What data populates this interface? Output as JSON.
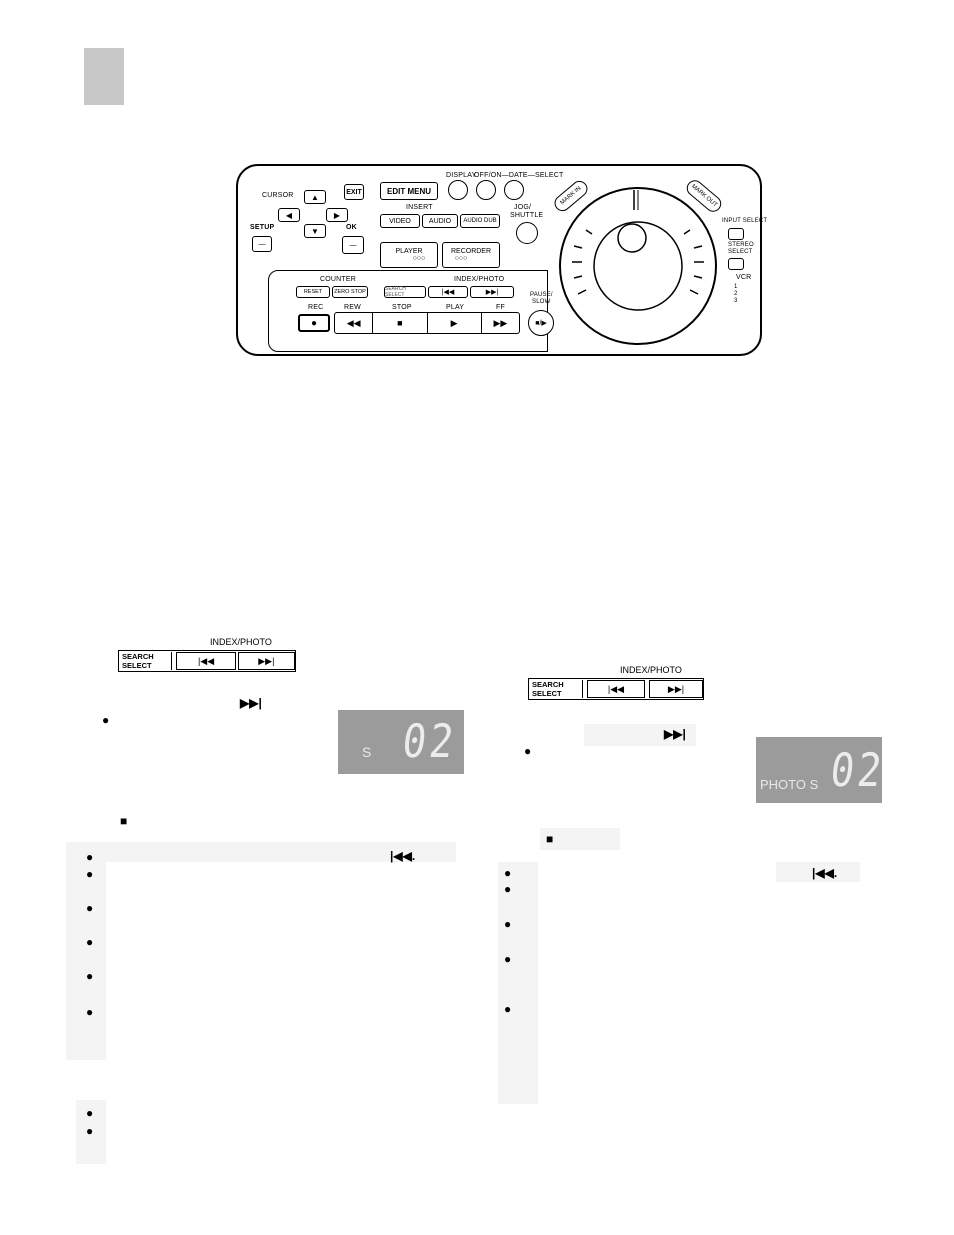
{
  "remote": {
    "cursor_label": "CURSOR",
    "exit_label": "EXIT",
    "edit_menu_label": "EDIT MENU",
    "display_label": "DISPLAY",
    "off_date_select_label": "OFF/ON—DATE—SELECT",
    "insert_label": "INSERT",
    "video_label": "VIDEO",
    "audio_label": "AUDIO",
    "audio_dub_label": "AUDIO DUB",
    "jog_label": "JOG/",
    "shuttle_label": "SHUTTLE",
    "mark_in_label": "MARK IN",
    "mark_out_label": "MARK OUT",
    "setup_label": "SETUP",
    "ok_label": "OK",
    "player_label": "PLAYER",
    "recorder_label": "RECORDER",
    "player_dots": "○○○",
    "recorder_dots": "○○○",
    "input_select_label": "INPUT SELECT",
    "stereo_label": "STEREO",
    "select_label": "SELECT",
    "vcr_label": "VCR",
    "vcr_positions": [
      "1",
      "2",
      "3"
    ],
    "counter_label": "COUNTER",
    "reset_label": "RESET",
    "zero_stop_label": "ZERO STOP",
    "index_photo_label": "INDEX/PHOTO",
    "search_select_small": "SEARCH SELECT",
    "pause_slow_label": "PAUSE/",
    "slow_label": "SLOW",
    "rec_label": "REC",
    "rew_label": "REW",
    "stop_label": "STOP",
    "play_label": "PLAY",
    "ff_label": "FF"
  },
  "left_section": {
    "index_photo_label": "INDEX/PHOTO",
    "search_select_label": "SEARCH SELECT",
    "prev_symbol": "|◀◀",
    "next_symbol": "▶▶|",
    "step_symbol": "▶▶|",
    "display_small": "S",
    "display_digits": "02",
    "stop_symbol": "■",
    "prev_inline": "|◀◀."
  },
  "right_section": {
    "index_photo_label": "INDEX/PHOTO",
    "search_select_label": "SEARCH SELECT",
    "prev_symbol": "|◀◀",
    "next_symbol": "▶▶|",
    "step_symbol": "▶▶|",
    "display_small": "PHOTO S",
    "display_digits": "02",
    "stop_symbol": "■",
    "prev_inline": "|◀◀."
  },
  "bullet_char": "●"
}
